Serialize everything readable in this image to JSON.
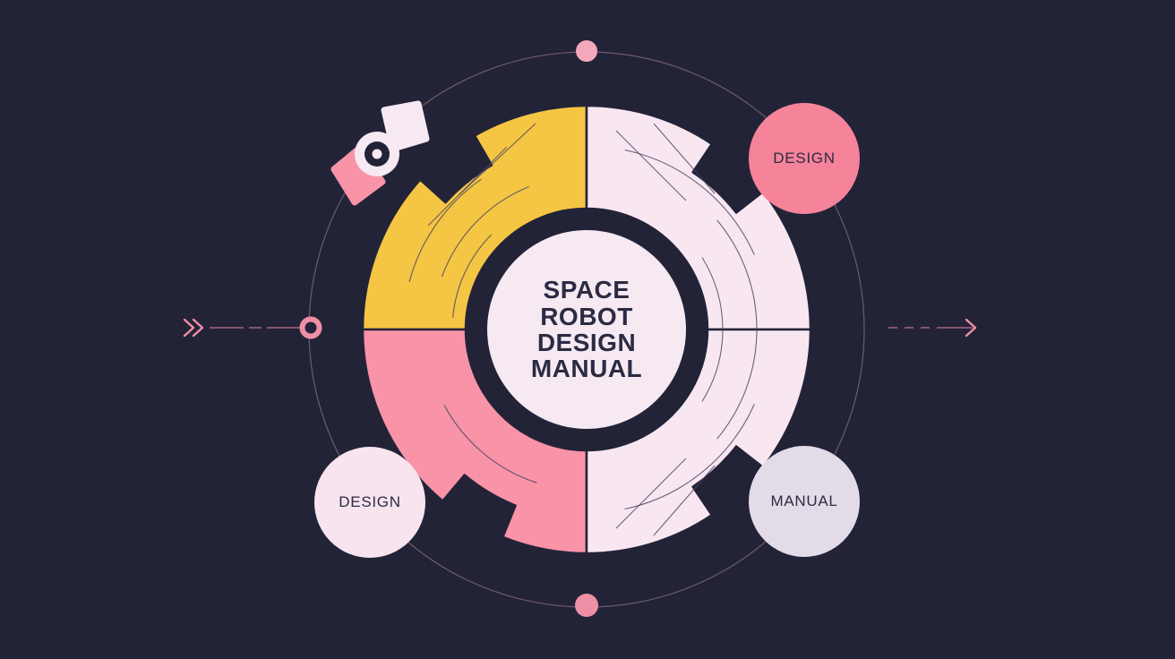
{
  "diagram": {
    "center_title": "SPACE\nROBOT\nDESIGN\nMANUAL",
    "badges": [
      {
        "id": "top-right",
        "label": "DESIGN"
      },
      {
        "id": "bottom-left",
        "label": "DESIGN"
      },
      {
        "id": "bottom-right",
        "label": "MANUAL"
      }
    ],
    "icons": {
      "orbiter": "satellite-icon"
    }
  },
  "colors": {
    "bg": "#232338",
    "seg-yellow": "#f5c544",
    "seg-pink": "#f893a8",
    "seg-pale": "#f8e7f1",
    "center-circle": "#f6e9f1",
    "badge-pink": "#f5descriptor",
    "badge-light": "#f7e4ee",
    "badge-lavender": "#e4dbe8",
    "accent-pink": "#ef8fa6",
    "dot-soft": "#f3a8bb",
    "arrow-line": "#a5687f",
    "orbit": "#6f5a6d",
    "hairline": "#45415f",
    "ink": "#2b2b44"
  }
}
